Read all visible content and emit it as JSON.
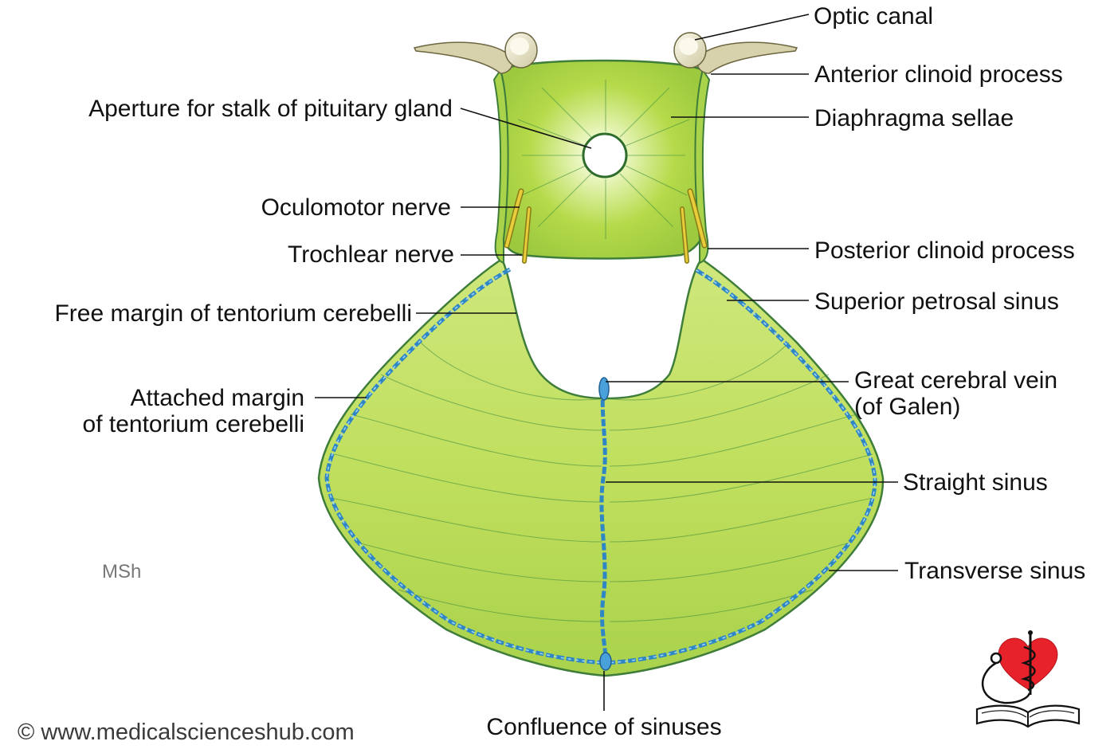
{
  "labels": {
    "optic_canal": "Optic canal",
    "anterior_clinoid_process": "Anterior clinoid process",
    "diaphragma_sellae": "Diaphragma sellae",
    "aperture_pituitary_stalk": "Aperture for stalk of pituitary gland",
    "oculomotor_nerve": "Oculomotor nerve",
    "trochlear_nerve": "Trochlear nerve",
    "posterior_clinoid_process": "Posterior clinoid process",
    "superior_petrosal_sinus": "Superior petrosal sinus",
    "free_margin": "Free margin of tentorium cerebelli",
    "attached_margin_line1": "Attached margin",
    "attached_margin_line2": "of tentorium cerebelli",
    "great_cerebral_vein_line1": "Great cerebral vein",
    "great_cerebral_vein_line2": "(of Galen)",
    "straight_sinus": "Straight sinus",
    "transverse_sinus": "Transverse sinus",
    "confluence_of_sinuses": "Confluence of sinuses"
  },
  "signature": "MSh",
  "copyright": "© www.medicalscienceshub.com",
  "logo_icon": "heart-caduceus-stethoscope-book-logo",
  "colors": {
    "membrane": "#b9dc4f",
    "membrane_edge": "#3f7d3a",
    "sinus": "#2f86c4",
    "nerve": "#e2c234",
    "bone": "#eae6cc",
    "logo_red": "#e8222b"
  }
}
